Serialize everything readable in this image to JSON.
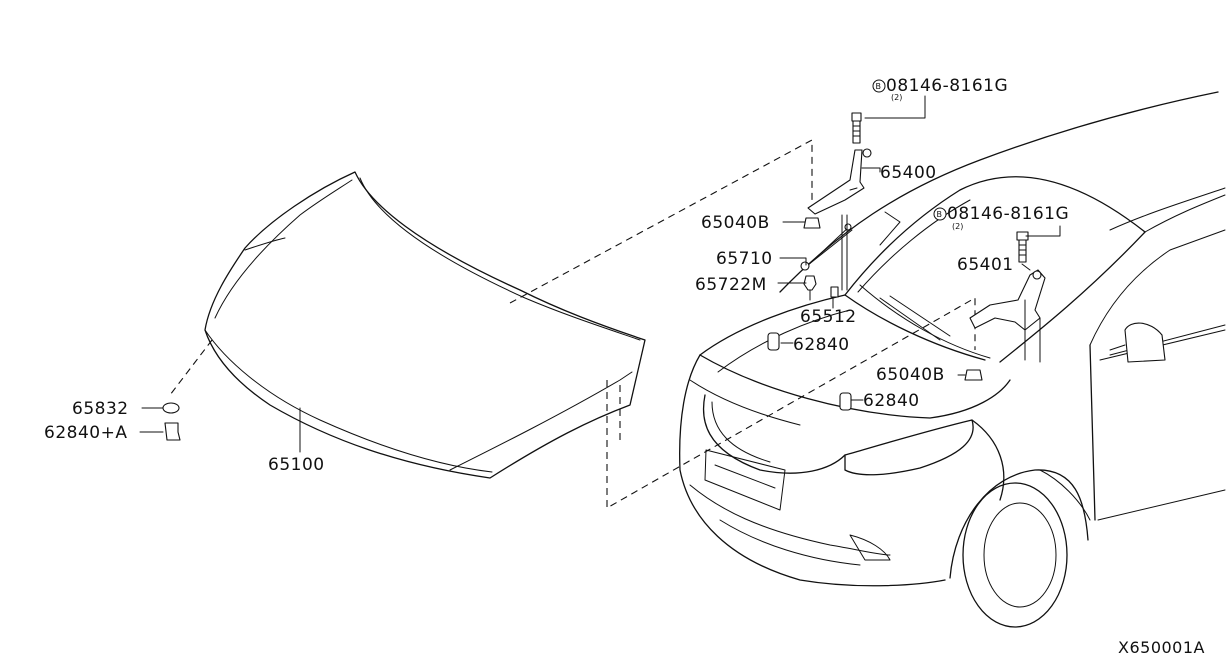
{
  "diagram": {
    "labels": {
      "bolt_top": "08146-8161G",
      "bolt_top_qty": "(2)",
      "bolt_right": "08146-8161G",
      "bolt_right_qty": "(2)",
      "hinge_left": "65400",
      "hinge_right": "65401",
      "nut_left": "65040B",
      "nut_right": "65040B",
      "stay_rod": "65710",
      "clip": "65722M",
      "grommet": "65512",
      "bumper_rubber_1": "62840",
      "bumper_rubber_2": "62840",
      "seal": "65832",
      "bumper_rubber_a": "62840+A",
      "hood": "65100",
      "drawing_code": "X650001A"
    },
    "bolt_marker": "B"
  }
}
